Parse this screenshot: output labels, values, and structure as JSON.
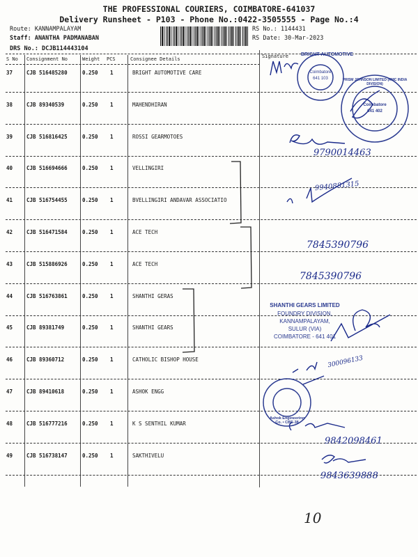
{
  "header": {
    "company": "THE PROFESSIONAL COURIERS, COIMBATORE-641037",
    "subtitle": "Delivery Runsheet - P103 - Phone No.:0422-3505555 - Page No.:4",
    "route": "Route: KANNAMPALAYAM",
    "staff": "Staff: ANANTHA PADMANABAN",
    "drs": "DRS No.: DCJB114443104",
    "rs_no": "RS No.: 1144431",
    "rs_date": "RS Date: 30-Mar-2023"
  },
  "columns": [
    "S No",
    "Consignment No",
    "Weight",
    "PCS",
    "Consignee Details",
    "Signature"
  ],
  "rows": [
    {
      "sno": "37",
      "cno": "CJB 516485280",
      "weight": "0.250",
      "pcs": "1",
      "consignee": "BRIGHT AUTOMOTIVE CARE"
    },
    {
      "sno": "38",
      "cno": "CJB 89340539",
      "weight": "0.250",
      "pcs": "1",
      "consignee": "MAHENDHIRAN"
    },
    {
      "sno": "39",
      "cno": "CJB 516816425",
      "weight": "0.250",
      "pcs": "1",
      "consignee": "ROSSI GEARMOTOES"
    },
    {
      "sno": "40",
      "cno": "CJB 516694666",
      "weight": "0.250",
      "pcs": "1",
      "consignee": "VELLINGIRI"
    },
    {
      "sno": "41",
      "cno": "CJB 516754455",
      "weight": "0.250",
      "pcs": "1",
      "consignee": "BVELLINGIRI ANDAVAR ASSOCIATIO"
    },
    {
      "sno": "42",
      "cno": "CJB 516471584",
      "weight": "0.250",
      "pcs": "1",
      "consignee": "ACE TECH"
    },
    {
      "sno": "43",
      "cno": "CJB 515886926",
      "weight": "0.250",
      "pcs": "1",
      "consignee": "ACE TECH"
    },
    {
      "sno": "44",
      "cno": "CJB 516763861",
      "weight": "0.250",
      "pcs": "1",
      "consignee": "SHANTHI GERAS"
    },
    {
      "sno": "45",
      "cno": "CJB 89381749",
      "weight": "0.250",
      "pcs": "1",
      "consignee": "SHANTHI GEARS"
    },
    {
      "sno": "46",
      "cno": "CJB 89360712",
      "weight": "0.250",
      "pcs": "1",
      "consignee": "CATHOLIC BISHOP HOUSE"
    },
    {
      "sno": "47",
      "cno": "CJB 89410618",
      "weight": "0.250",
      "pcs": "1",
      "consignee": "ASHOK ENGG"
    },
    {
      "sno": "48",
      "cno": "CJB 516777216",
      "weight": "0.250",
      "pcs": "1",
      "consignee": "K S SENTHIL KUMAR"
    },
    {
      "sno": "49",
      "cno": "CJB 516738147",
      "weight": "0.250",
      "pcs": "1",
      "consignee": "SAKTHIVELU"
    }
  ],
  "stamps": {
    "bright": {
      "ring": "BRIGHT AUTOMOTIVE",
      "city": "Coimbatore",
      "pin": "641 103"
    },
    "prism": {
      "ring": "PRISM JOHNSON LIMITED (RMC INDIA DIVISION)",
      "city": "Coimbatore",
      "pin": "641 402"
    },
    "shanthi": [
      "SHANTHI GEARS LIMITED",
      "FOUNDRY DIVISION,",
      "KANNAMPALAYAM,",
      "SULUR (VIA)",
      "COIMBATORE - 641 401"
    ],
    "ashok": {
      "ring": "Ashok Engineering Co. • CBE-38"
    }
  },
  "handwriting": {
    "r39_phone": "9790014463",
    "r41_phone": "9940881315",
    "r42_phone": "7845390796",
    "r43_phone": "7845390796",
    "r47_phone": "300096133",
    "r48_phone": "9842098461",
    "r49_phone": "9843639888",
    "page_number": "10"
  }
}
